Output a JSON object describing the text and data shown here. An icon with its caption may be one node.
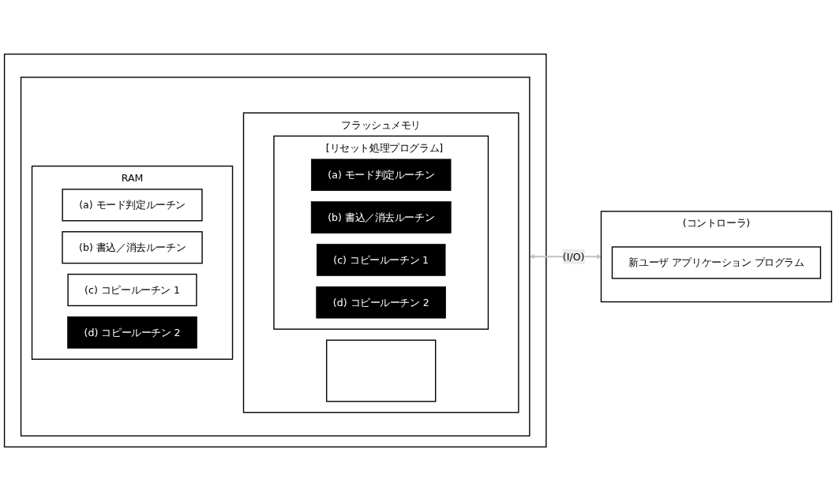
{
  "diagram": {
    "nodes": [
      {
        "text": [],
        "shape": "box"
      },
      {
        "text": [],
        "shape": "box",
        "in": 0
      },
      {
        "text": [
          "フラッシュメモリ"
        ],
        "in": 1
      },
      {
        "text": [],
        "shape": "box",
        "in": 2
      },
      {
        "text": [
          "[リセット処理プログラム]"
        ],
        "in": 2
      },
      {
        "text": [
          "(a) モード判定ルーチン"
        ],
        "in": 4
      },
      {
        "text": [
          "(b) 書込／消去ルーチン"
        ],
        "in": 4
      },
      {
        "text": [
          "(c) コピールーチン 1"
        ],
        "in": 4
      },
      {
        "text": [
          "(d) コピールーチン 2"
        ],
        "in": 4
      },
      {
        "text": [
          "RAM"
        ],
        "in": 1
      },
      {
        "text": [
          "(a) モード判定ルーチン"
        ],
        "in": 9
      },
      {
        "text": [
          "(b) 書込／消去ルーチン"
        ],
        "in": 9
      },
      {
        "text": [
          "(c) コピールーチン 1"
        ],
        "in": 9
      },
      {
        "text": [
          "(d) コピールーチン 2"
        ],
        "in": 9
      },
      {
        "text": [
          "(コントローラ)"
        ]
      },
      {
        "text": [
          "新ユーザ アプリケーション プログラム"
        ],
        "in": 14
      }
    ],
    "edges": [
      {
        "from": 1,
        "to": 14,
        "arrow": "both",
        "label": "(I/O)",
        "color": "#c0c0c0"
      }
    ]
  }
}
